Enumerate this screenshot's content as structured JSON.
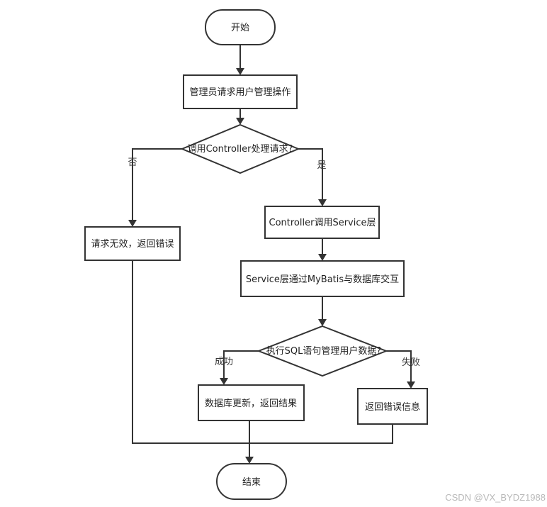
{
  "flowchart": {
    "nodes": {
      "start": "开始",
      "admin_request": "管理员请求用户管理操作",
      "call_controller": "调用Controller处理请求?",
      "invalid_request": "请求无效，返回错误",
      "controller_calls_service": "Controller调用Service层",
      "service_mybatis": "Service层通过MyBatis与数据库交互",
      "execute_sql": "执行SQL语句管理用户数据?",
      "db_updated": "数据库更新，返回结果",
      "return_error": "返回错误信息",
      "end": "结束"
    },
    "edges": {
      "no": "否",
      "yes": "是",
      "success": "成功",
      "failure": "失败"
    }
  },
  "watermark": "CSDN @VX_BYDZ1988"
}
